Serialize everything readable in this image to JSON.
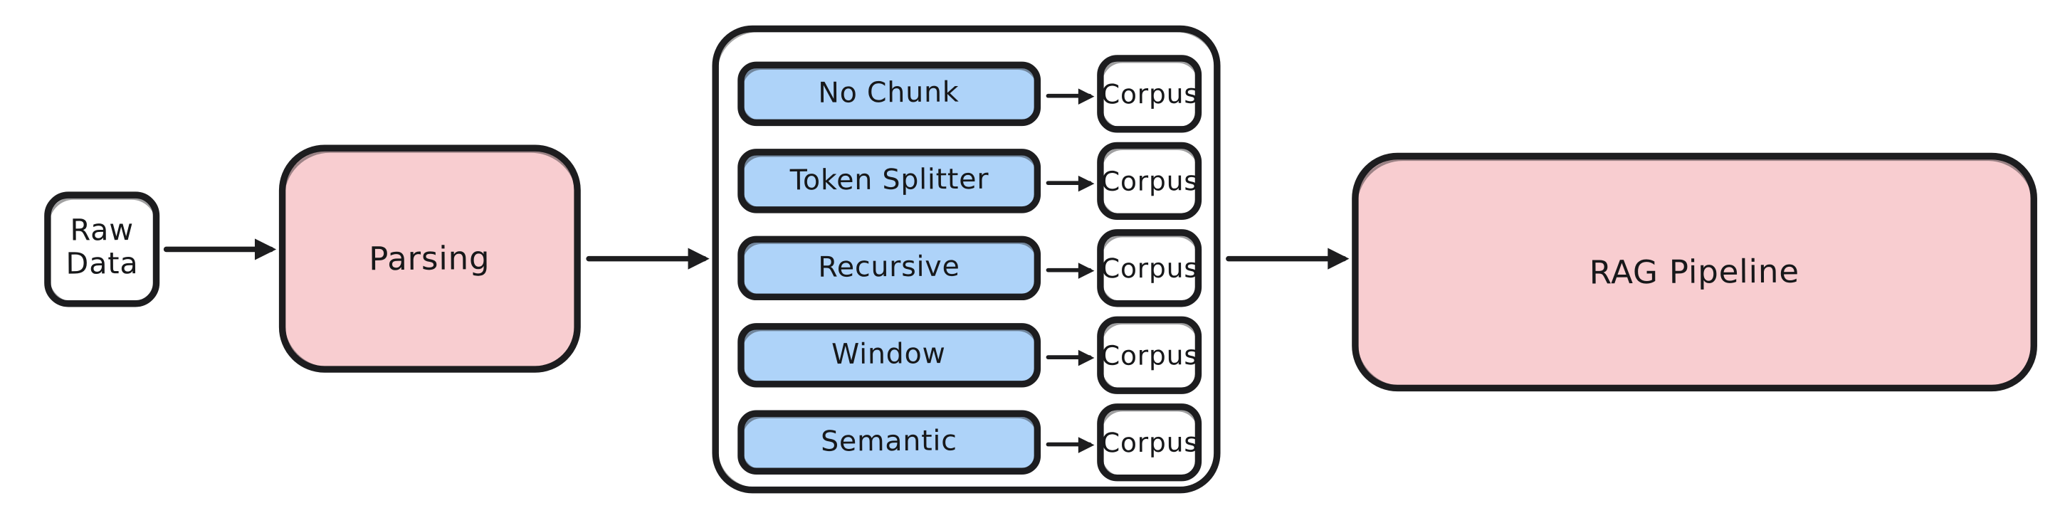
{
  "diagram": {
    "title": "RAG chunking pipeline diagram",
    "nodes": {
      "raw_data": "Raw\nData",
      "raw_data_line1": "Raw",
      "raw_data_line2": "Data",
      "parsing": "Parsing",
      "rag_pipeline": "RAG Pipeline"
    },
    "chunking_methods": [
      {
        "label": "No Chunk",
        "corpus": "Corpus"
      },
      {
        "label": "Token Splitter",
        "corpus": "Corpus"
      },
      {
        "label": "Recursive",
        "corpus": "Corpus"
      },
      {
        "label": "Window",
        "corpus": "Corpus"
      },
      {
        "label": "Semantic",
        "corpus": "Corpus"
      }
    ],
    "colors": {
      "pink_fill": "#f8cdd0",
      "blue_fill": "#aed3f9",
      "white_fill": "#ffffff",
      "stroke": "#1d1d1f",
      "background": "#ffffff"
    },
    "flow": [
      "Raw Data -> Parsing",
      "Parsing -> Chunking group",
      "Chunking group -> RAG Pipeline"
    ]
  }
}
